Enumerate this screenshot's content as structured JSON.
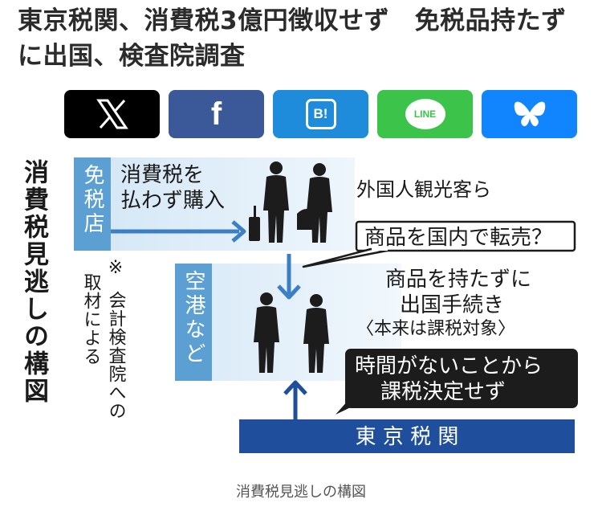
{
  "headline": "東京税関、消費税3億円徴収せず　免税品持たずに出国、検査院調査",
  "share": [
    {
      "name": "x",
      "color": "#000000"
    },
    {
      "name": "facebook",
      "color": "#3b5998",
      "label": "f"
    },
    {
      "name": "hatena",
      "color": "#1e8bdb",
      "label": "B!"
    },
    {
      "name": "line",
      "color": "#3cc34a",
      "label": "LINE"
    },
    {
      "name": "bluesky",
      "color": "#1185fe"
    }
  ],
  "diagram": {
    "title": "消費税見逃しの構図",
    "note": "※会計検査院への取材による",
    "menzeiten": "免税店",
    "kuko": "空港など",
    "buy_line1": "消費税を",
    "buy_line2": "払わず購入",
    "tourists": "外国人観光客ら",
    "resale": "商品を国内で転売？",
    "depart_line1": "商品を持たずに",
    "depart_line2": "出国手続き",
    "depart_line3": "〈本来は課税対象〉",
    "customs_line1": "時間がないことから",
    "customs_line2": "課税決定せず",
    "customs": "東 京 税 関"
  },
  "caption": "消費税見逃しの構図"
}
